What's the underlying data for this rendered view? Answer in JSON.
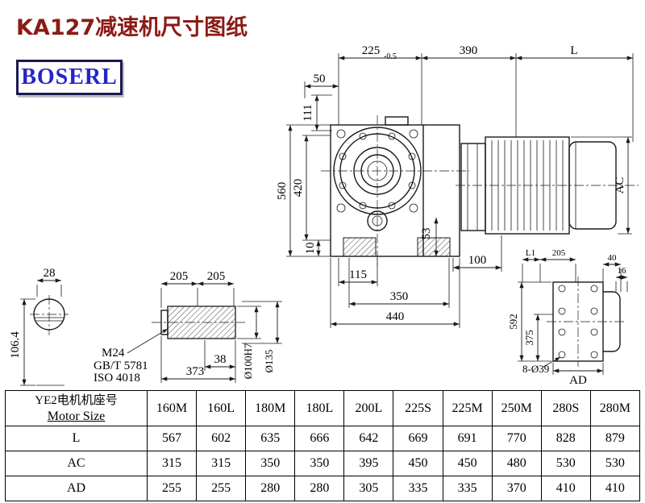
{
  "title": "KA127减速机尺寸图纸",
  "logo": {
    "text": "BOSERL"
  },
  "colors": {
    "title": "#8B1B15",
    "logo_text": "#2525C8",
    "logo_border": "#1A1A52"
  },
  "drawing": {
    "main_view": {
      "dim_width_gearbox": "225",
      "dim_width_gearbox_tol": "-0.5",
      "dim_390": "390",
      "dim_L": "L",
      "dim_50": "50",
      "dim_111": "111",
      "dim_560": "560",
      "dim_420": "420",
      "dim_10": "10",
      "dim_53": "53",
      "dim_115": "115",
      "dim_100": "100",
      "dim_350": "350",
      "dim_440": "440",
      "dim_AC": "AC"
    },
    "shaft_section_view": {
      "dim_28": "28",
      "dim_106_4": "106.4"
    },
    "shaft_detail_view": {
      "dim_205_left": "205",
      "dim_205_right": "205",
      "thread_label": "M24",
      "standard_1": "GB/T 5781",
      "standard_2": "ISO 4018",
      "dim_38": "38",
      "dim_373": "373",
      "dim_bore": "Ø100H7",
      "dim_hub": "Ø135"
    },
    "end_view": {
      "dim_L1": "L1",
      "dim_205": "205",
      "dim_40": "40",
      "dim_16": "16",
      "dim_592": "592",
      "dim_375": "375",
      "holes_label": "8-Ø39",
      "dim_AD": "AD"
    }
  },
  "table": {
    "header_line1": "YE2电机机座号",
    "header_line2": "Motor Size",
    "columns": [
      "160M",
      "160L",
      "180M",
      "180L",
      "200L",
      "225S",
      "225M",
      "250M",
      "280S",
      "280M"
    ],
    "rows": [
      {
        "label": "L",
        "values": [
          "567",
          "602",
          "635",
          "666",
          "642",
          "669",
          "691",
          "770",
          "828",
          "879"
        ]
      },
      {
        "label": "AC",
        "values": [
          "315",
          "315",
          "350",
          "350",
          "395",
          "450",
          "450",
          "480",
          "530",
          "530"
        ]
      },
      {
        "label": "AD",
        "values": [
          "255",
          "255",
          "280",
          "280",
          "305",
          "335",
          "335",
          "370",
          "410",
          "410"
        ]
      }
    ]
  }
}
